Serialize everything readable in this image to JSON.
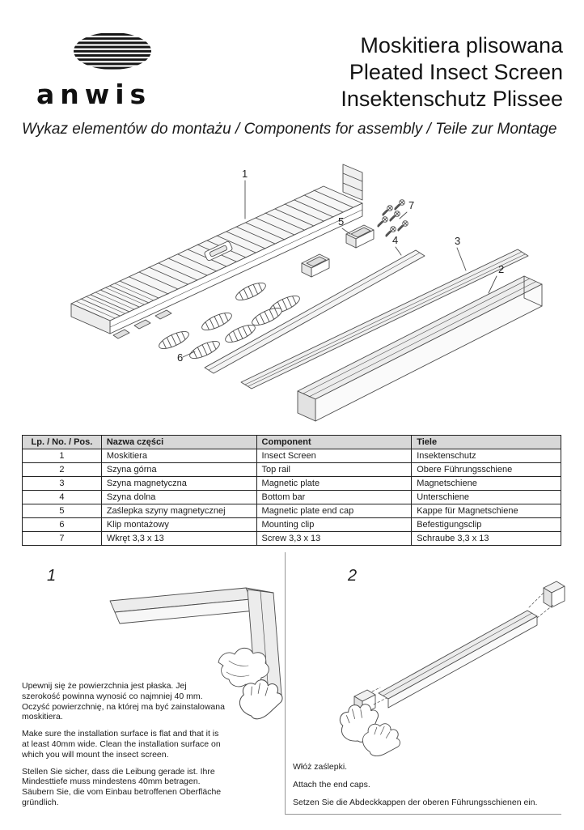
{
  "header": {
    "logo_text": "anwis",
    "title_lines": [
      "Moskitiera plisowana",
      "Pleated Insect Screen",
      "Insektenschutz Plissee"
    ],
    "subtitle": "Wykaz elementów do montażu / Components for assembly / Teile zur Montage"
  },
  "diagram": {
    "callouts": [
      "1",
      "2",
      "3",
      "4",
      "5",
      "6",
      "7"
    ]
  },
  "table": {
    "headers": [
      "Lp. / No. / Pos.",
      "Nazwa części",
      "Component",
      "Tiele"
    ],
    "rows": [
      [
        "1",
        "Moskitiera",
        "Insect Screen",
        "Insektenschutz"
      ],
      [
        "2",
        "Szyna górna",
        "Top rail",
        "Obere Führungsschiene"
      ],
      [
        "3",
        "Szyna magnetyczna",
        "Magnetic plate",
        "Magnetschiene"
      ],
      [
        "4",
        "Szyna dolna",
        "Bottom bar",
        "Unterschiene"
      ],
      [
        "5",
        "Zaślepka szyny magnetycznej",
        "Magnetic plate end cap",
        "Kappe für Magnetschiene"
      ],
      [
        "6",
        "Klip montażowy",
        "Mounting clip",
        "Befestigungsclip"
      ],
      [
        "7",
        "Wkręt 3,3 x 13",
        "Screw 3,3 x 13",
        "Schraube 3,3 x 13"
      ]
    ]
  },
  "steps": [
    {
      "number": "1",
      "paragraphs": [
        "Upewnij się że powierzchnia jest płaska. Jej szerokość powinna wynosić co najmniej 40 mm. Oczyść powierzchnię, na której ma być zainstalowana moskitiera.",
        "Make sure the installation surface is flat and that it is at least 40mm wide. Clean the installation surface on which you will mount the insect screen.",
        "Stellen Sie sicher, dass die Leibung gerade ist. Ihre Mindesttiefe muss mindestens 40mm betragen. Säubern Sie, die vom Einbau betroffenen Oberfläche gründlich."
      ]
    },
    {
      "number": "2",
      "paragraphs": [
        "Włóż zaślepki.",
        "Attach the end caps.",
        "Setzen Sie die Abdeckkappen der oberen Führungsschienen ein."
      ]
    }
  ]
}
